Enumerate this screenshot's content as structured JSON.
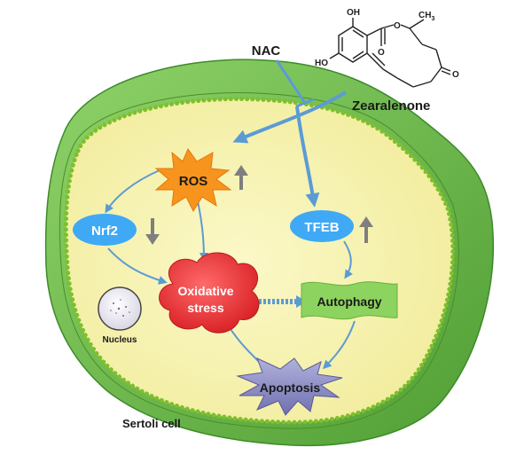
{
  "labels": {
    "nac": "NAC",
    "zearalenone": "Zearalenone",
    "ros": "ROS",
    "nrf2": "Nrf2",
    "tfeb": "TFEB",
    "oxidative_line1": "Oxidative",
    "oxidative_line2": "stress",
    "autophagy": "Autophagy",
    "apoptosis": "Apoptosis",
    "nucleus": "Nucleus",
    "sertoli_cell": "Sertoli cell"
  },
  "molecule": {
    "oh_top": "OH",
    "oh_left": "HO",
    "ch3": "CH",
    "ch3_sub": "3",
    "o_ring": "O",
    "o_carbonyl1": "O",
    "o_ketone": "O"
  },
  "indicators": {
    "ros": "up",
    "nrf2": "down",
    "tfeb": "up"
  },
  "colors": {
    "cell_outer": "#6fbf4a",
    "cell_inner": "#f7f3b0",
    "membrane_dots": "#9ccc3c",
    "ros_fill": "#f7941d",
    "nrf2_fill": "#3fa9f5",
    "tfeb_fill": "#3fa9f5",
    "oxidative_fill": "#e8282b",
    "autophagy_fill": "#8dd35f",
    "apoptosis_fill": "#8585c2",
    "arrow_blue": "#5b9bd5",
    "indicator_gray": "#7f7f7f"
  }
}
